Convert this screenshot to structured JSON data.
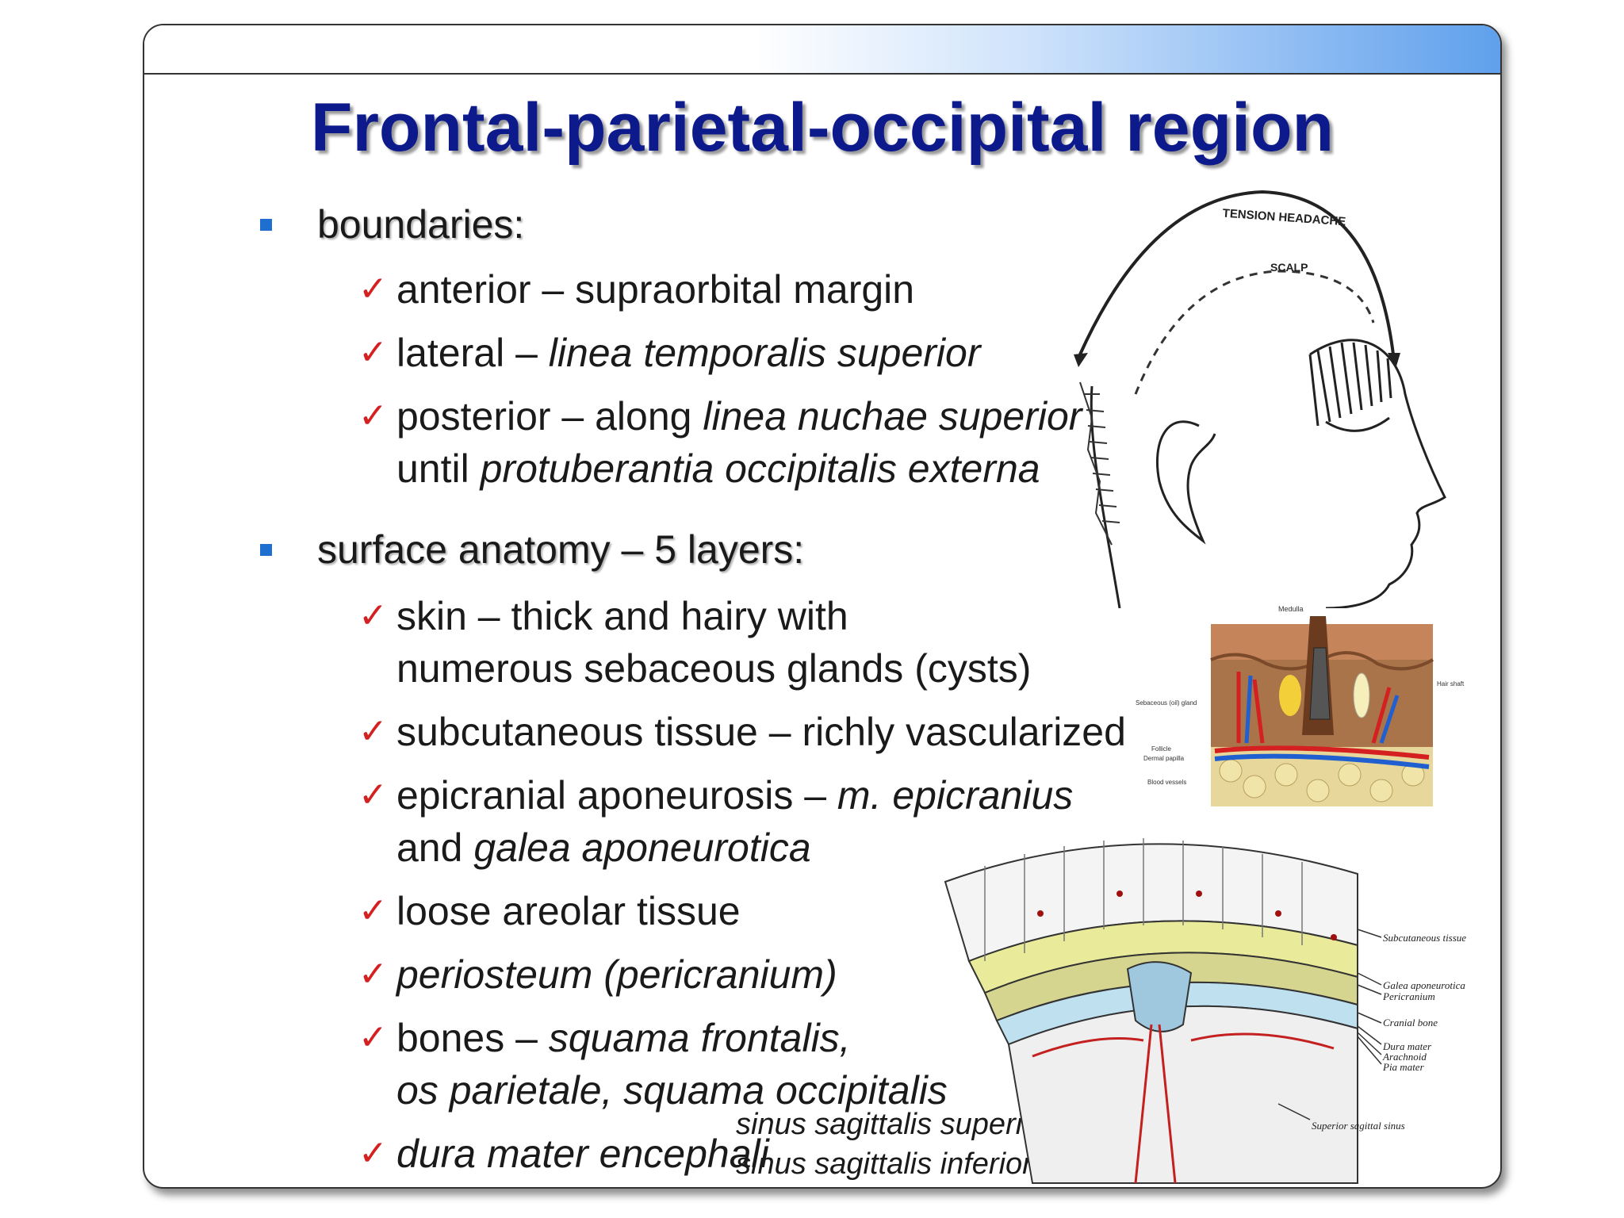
{
  "title": "Frontal-parietal-occipital region",
  "sections": [
    {
      "heading": "boundaries:",
      "items": [
        {
          "a": "anterior – supraorbital margin"
        },
        {
          "a": "lateral – ",
          "b": "linea temporalis superior"
        },
        {
          "a": "posterior – along ",
          "b": "linea nuchae superior",
          "c": "until ",
          "d": "protuberantia occipitalis externa"
        }
      ]
    },
    {
      "heading": "surface anatomy – 5 layers:",
      "items": [
        {
          "a": "skin – thick and hairy with",
          "c": "numerous sebaceous glands (cysts)"
        },
        {
          "a": "subcutaneous tissue – richly vascularized"
        },
        {
          "a": "epicranial aponeurosis  – ",
          "b": "m. epicranius",
          "c": "and ",
          "d": "galea aponeurotica"
        },
        {
          "a": "loose areolar tissue"
        },
        {
          "b": "periosteum (pericranium)"
        },
        {
          "a": "bones – ",
          "b": "squama frontalis,",
          "d": "os parietale, squama occipitalis"
        },
        {
          "b": "dura mater encephali"
        }
      ]
    }
  ],
  "sinus_labels": [
    "sinus sagittalis superior",
    "sinus sagittalis inferior"
  ],
  "figure_head": {
    "arc_label": "TENSION HEADACHE",
    "region_label": "SCALP"
  },
  "figure_skin": {
    "labels": [
      "Medulla",
      "Sebaceous (oil) gland",
      "Follicle",
      "Dermal papilla",
      "Blood vessels",
      "Hair shaft"
    ]
  },
  "figure_section": {
    "labels": [
      "Subcutaneous tissue",
      "Galea aponeurotica",
      "Pericranium",
      "Cranial bone",
      "Dura mater",
      "Arachnoid",
      "Pia mater",
      "Superior sagittal sinus"
    ]
  },
  "colors": {
    "title": "#0d1a8c",
    "bullet": "#1f6fd1",
    "check": "#d42020",
    "header_gradient_end": "#5fa0ec"
  }
}
